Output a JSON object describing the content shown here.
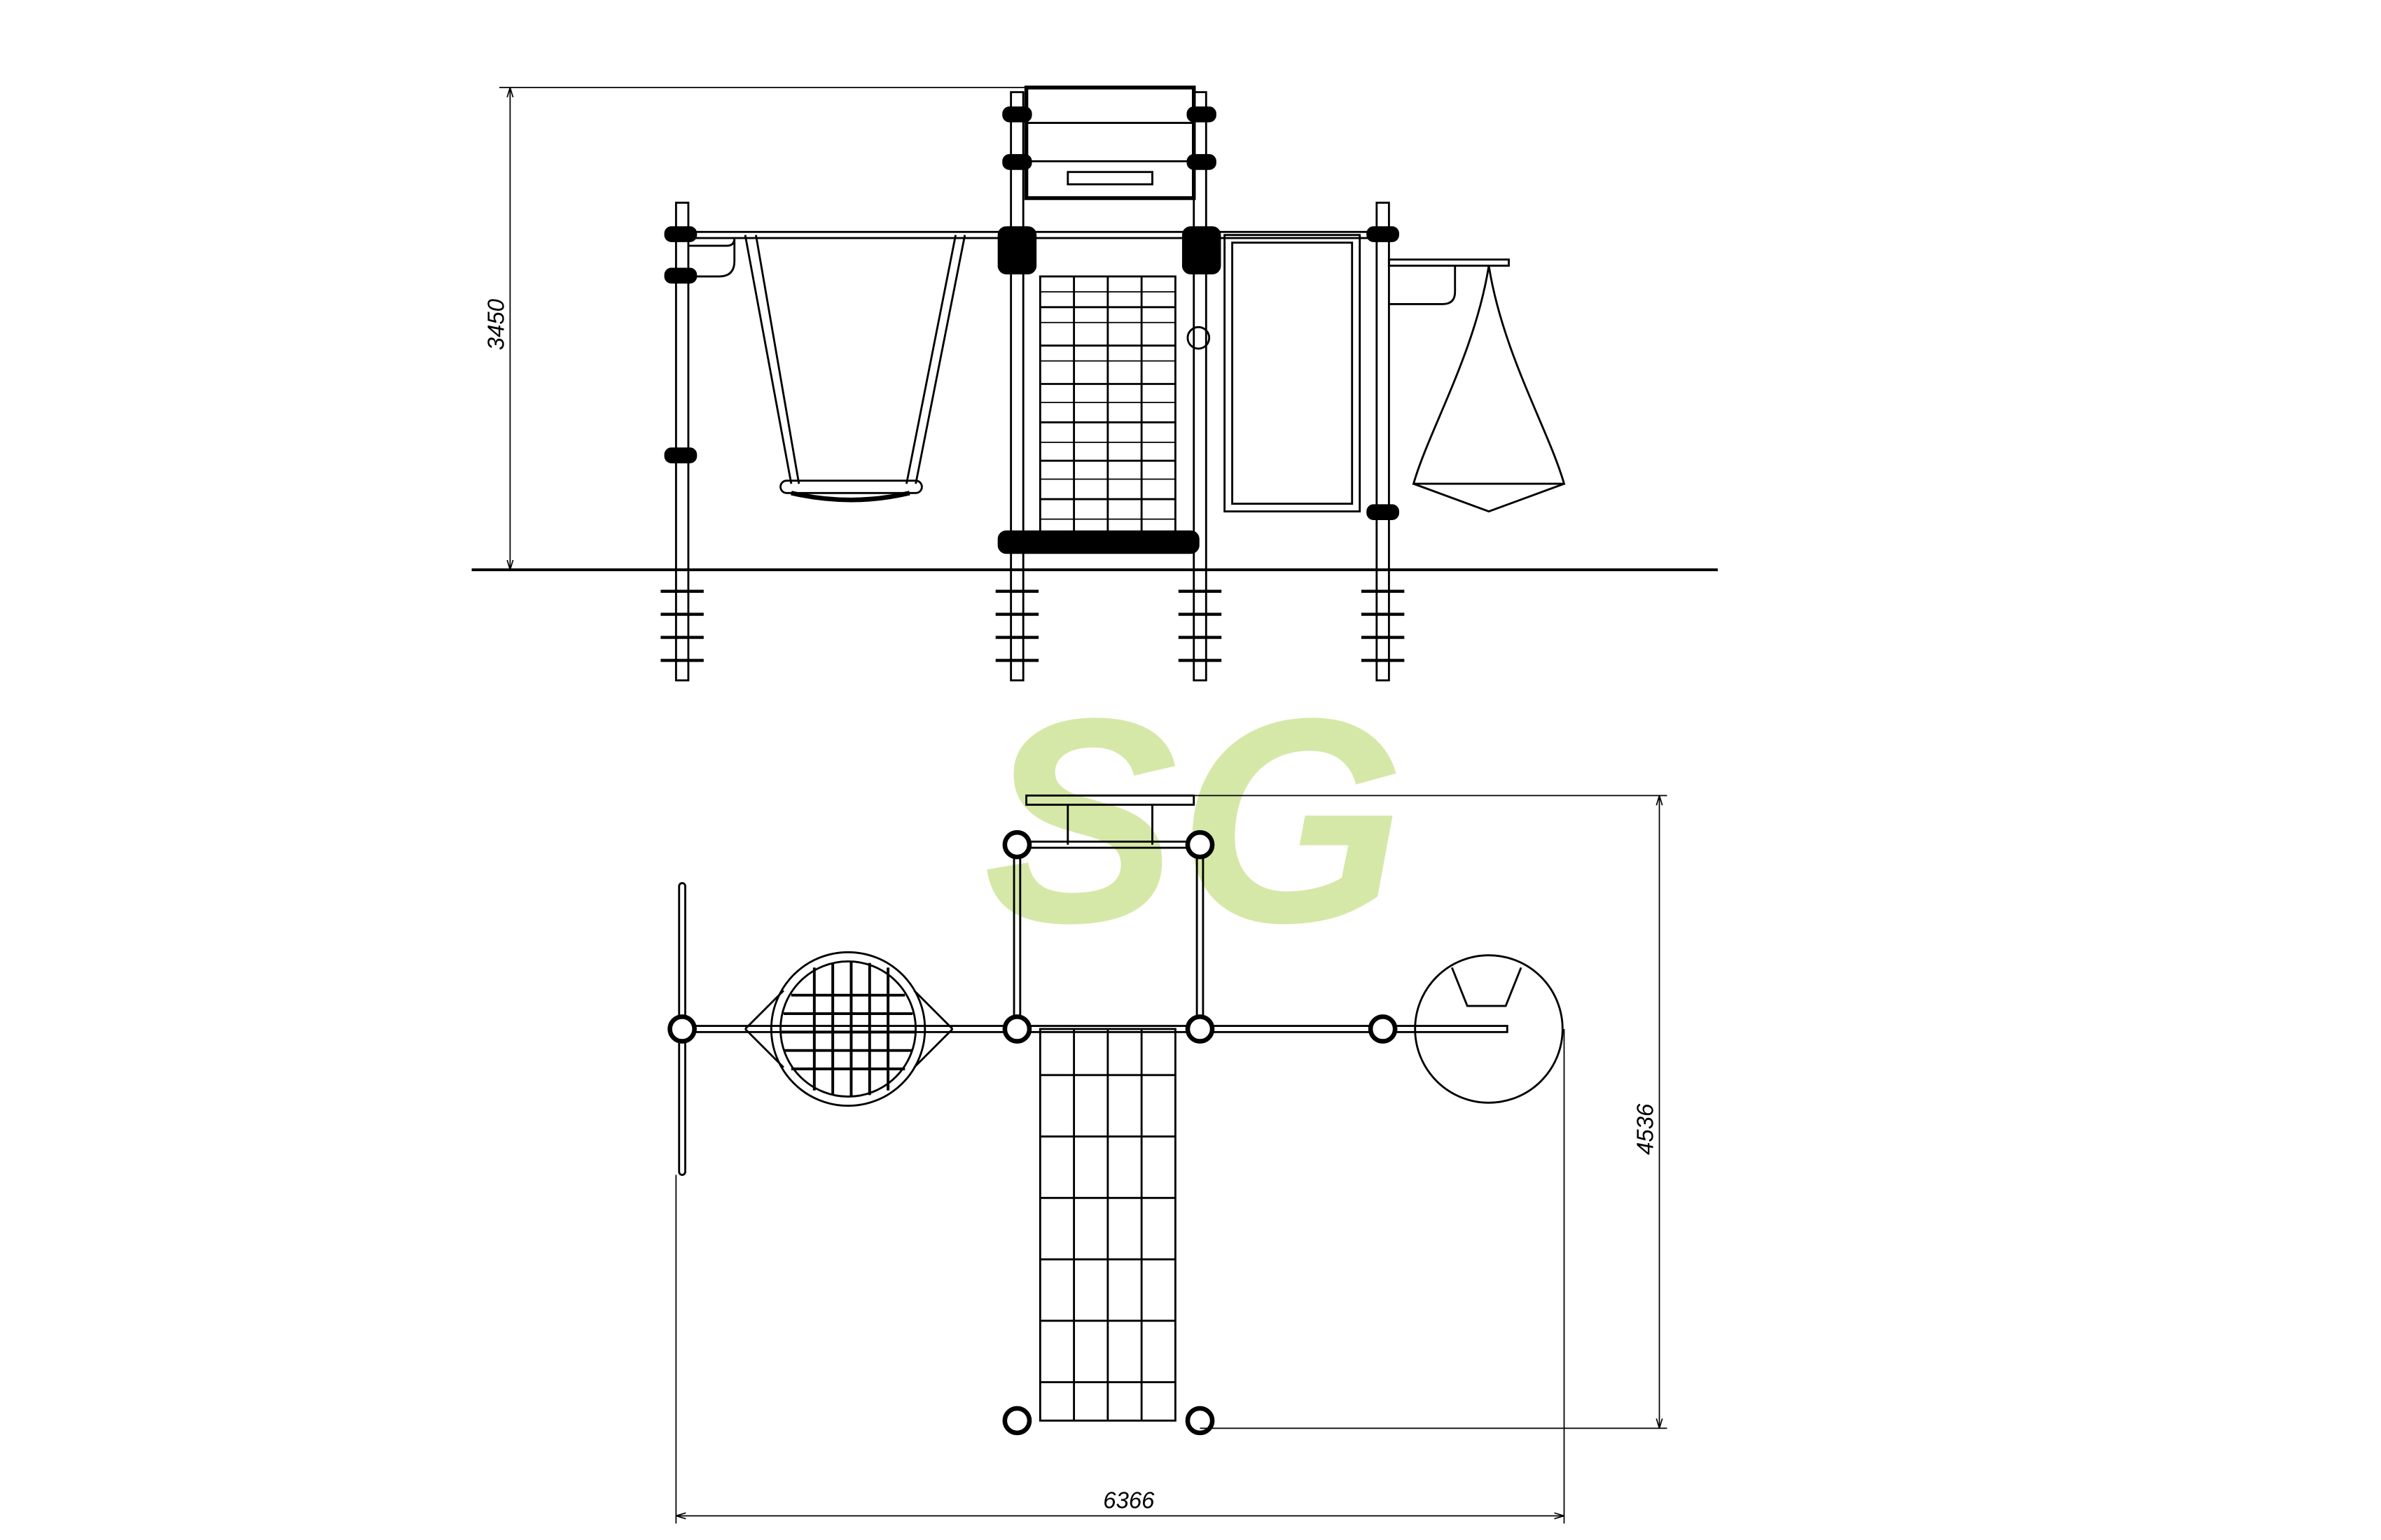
{
  "drawing": {
    "title": "Playground set technical drawing — elevation and plan views",
    "dimensions": {
      "height": "3450",
      "depth": "4536",
      "width": "6366"
    },
    "logo": {
      "text": "SG",
      "color": "#cfe59a"
    },
    "line_color": "#000000"
  }
}
